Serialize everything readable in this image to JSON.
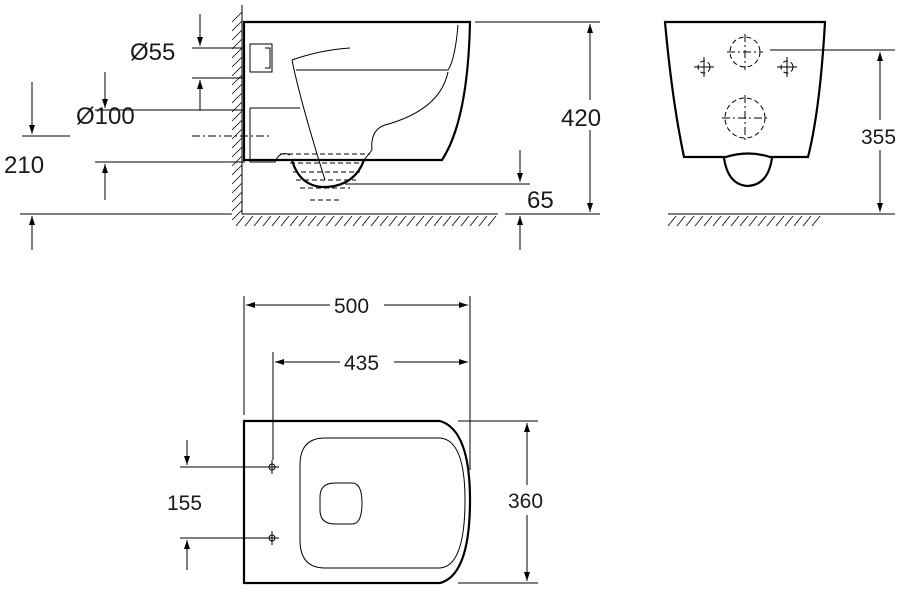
{
  "side_view": {
    "dim_pipe_small": "Ø55",
    "dim_pipe_large": "Ø100",
    "dim_outlet_height": "210",
    "dim_total_height": "420",
    "dim_bottom_clearance": "65"
  },
  "front_view": {
    "dim_bolt_height": "355"
  },
  "top_view": {
    "dim_length": "500",
    "dim_bolt_to_front": "435",
    "dim_width": "360",
    "dim_bolt_spacing": "155"
  }
}
